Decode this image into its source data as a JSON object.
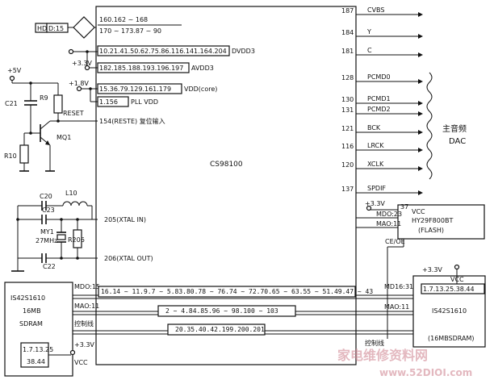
{
  "chips": {
    "main": "CS98100",
    "flash_vcc": "VCC",
    "flash_part": "HY29F800BT",
    "flash_type": "(FLASH)",
    "sdram_left_part": "IS42S1610",
    "sdram_left_size": "16MB",
    "sdram_left_type": "SDRAM",
    "sdram_left_pins_a": "1.7.13.25",
    "sdram_left_pins_b": "38.44",
    "sdram_left_vcc": "VCC",
    "sdram_right_part": "IS42S1610",
    "sdram_right_type": "(16MBSDRAM)",
    "sdram_right_pins": "1.7.13.25.38.44"
  },
  "top_left": {
    "hd_label": "HD",
    "hd_bus": "D:15",
    "hd_pins_1": "160.162 ~ 168",
    "hd_pins_2": "170 ~ 173.87 ~ 90",
    "dvdd_pins": "10.21.41.50.62.75.86.116.141.164.204",
    "dvdd_label": "DVDD3",
    "avdd_pins": "182.185.188.193.196.197",
    "avdd_label": "AVDD3",
    "v33": "+3.3V",
    "v18": "+1.8V",
    "core_pins": "15.36.79.129.161.179",
    "core_label": "VDD(core)",
    "pll_pins": "1.156",
    "pll_label": "PLL VDD",
    "reset_pin": "154(RESTE) 复位输入",
    "reset_net": "RESET",
    "v5": "+5V"
  },
  "components": {
    "c21": "C21",
    "r9": "R9",
    "r10": "R10",
    "mq1": "MQ1",
    "c20": "C20",
    "l10": "L10",
    "c23": "C23",
    "my1": "MY1",
    "freq": "27MHz",
    "r206": "R206",
    "c22": "C22",
    "xtal_in": "205(XTAL IN)",
    "xtal_out": "206(XTAL OUT)"
  },
  "right_signals": [
    {
      "pin": "187",
      "name": "CVBS"
    },
    {
      "pin": "184",
      "name": "Y"
    },
    {
      "pin": "181",
      "name": "C"
    },
    {
      "pin": "128",
      "name": "PCMD0"
    },
    {
      "pin": "130",
      "name": "PCMD1"
    },
    {
      "pin": "131",
      "name": "PCMD2"
    },
    {
      "pin": "121",
      "name": "BCK"
    },
    {
      "pin": "116",
      "name": "LRCK"
    },
    {
      "pin": "120",
      "name": "XCLK"
    },
    {
      "pin": "137",
      "name": "SPDIF"
    }
  ],
  "dac": {
    "line1": "主音频",
    "line2": "DAC"
  },
  "flash_bus": {
    "v33": "+3.3V",
    "pin37": "37",
    "mdo": "MDO:23",
    "mao": "MAO:11",
    "ceoe": "CE/OE"
  },
  "sdram_bus": {
    "mdo_left": "MDO:15",
    "mao_left": "MAO:11",
    "ctrl_left": "控制线",
    "v33_left": "+3.3V",
    "md16": "MD16:31",
    "mao_right": "MAO:11",
    "ctrl_right": "控制线",
    "v33_right": "+3.3V",
    "vcc_right": "VCC",
    "data_pins": "16.14 ~ 11.9.7 ~ 5.83.80.78 ~ 76.74 ~ 72.70.65 ~ 63.55 ~ 51.49.47 ~ 43",
    "addr_pins": "2 ~ 4.84.85.96 ~ 98.100 ~ 103",
    "ctrl_pins": "20.35.40.42.199.200.201"
  },
  "watermark": {
    "main": "家电维修资料网",
    "url": "www.52DIOI.com"
  }
}
